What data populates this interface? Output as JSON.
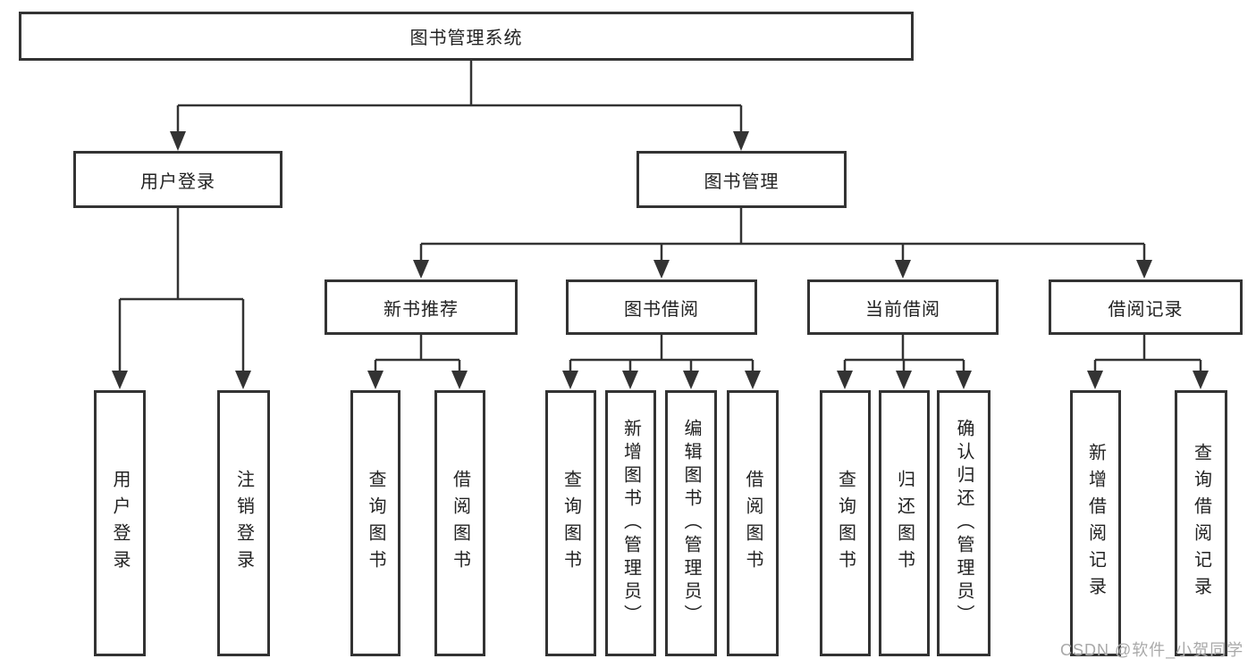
{
  "diagram": {
    "root": {
      "label": "图书管理系统"
    },
    "level2": [
      {
        "label": "用户登录"
      },
      {
        "label": "图书管理"
      }
    ],
    "level3": [
      {
        "label": "新书推荐"
      },
      {
        "label": "图书借阅"
      },
      {
        "label": "当前借阅"
      },
      {
        "label": "借阅记录"
      }
    ],
    "leaves": {
      "user_login": [
        {
          "label": "用户登录"
        },
        {
          "label": "注销登录"
        }
      ],
      "new_books": [
        {
          "label": "查询图书"
        },
        {
          "label": "借阅图书"
        }
      ],
      "book_borrow": [
        {
          "label": "查询图书"
        },
        {
          "label": "新增图书（管理员）"
        },
        {
          "label": "编辑图书（管理员）"
        },
        {
          "label": "借阅图书"
        }
      ],
      "current_borrow": [
        {
          "label": "查询图书"
        },
        {
          "label": "归还图书"
        },
        {
          "label": "确认归还（管理员）"
        }
      ],
      "borrow_records": [
        {
          "label": "新增借阅记录"
        },
        {
          "label": "查询借阅记录"
        }
      ]
    }
  },
  "watermark": {
    "text": "CSDN @软件_小贺同学"
  },
  "colors": {
    "line": "#333333",
    "box_border": "#333333",
    "text": "#222222",
    "watermark": "#a9a9a9",
    "background": "#ffffff"
  }
}
